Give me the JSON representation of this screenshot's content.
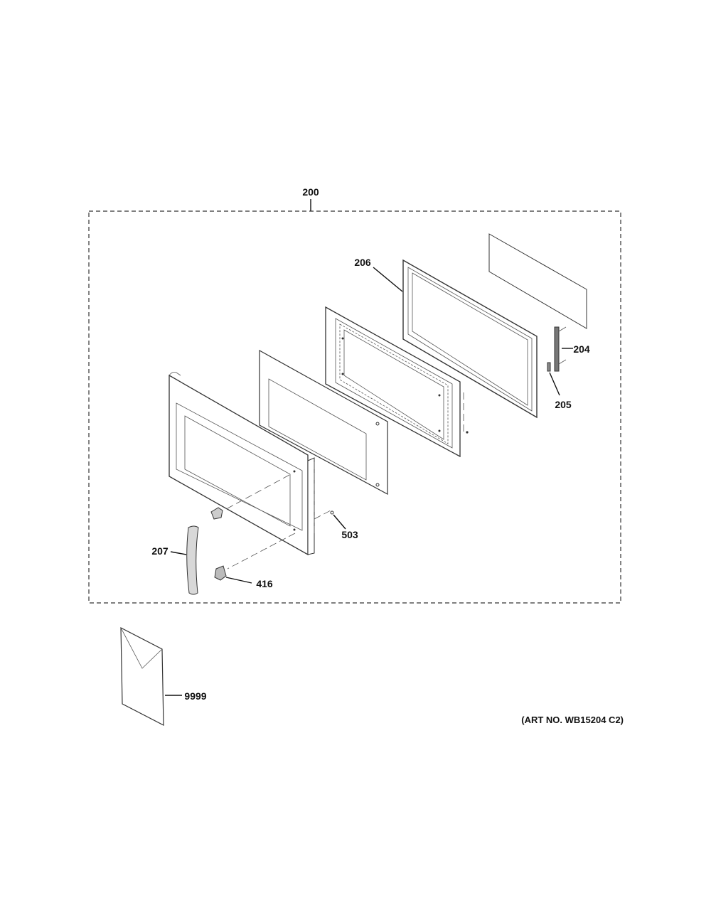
{
  "diagram": {
    "assembly_label": "200",
    "callouts": {
      "frame": "206",
      "bracket": "204",
      "spring": "205",
      "handle": "207",
      "latch": "416",
      "screw": "503",
      "literature": "9999"
    },
    "art_number": "(ART NO. WB15204 C2)"
  }
}
